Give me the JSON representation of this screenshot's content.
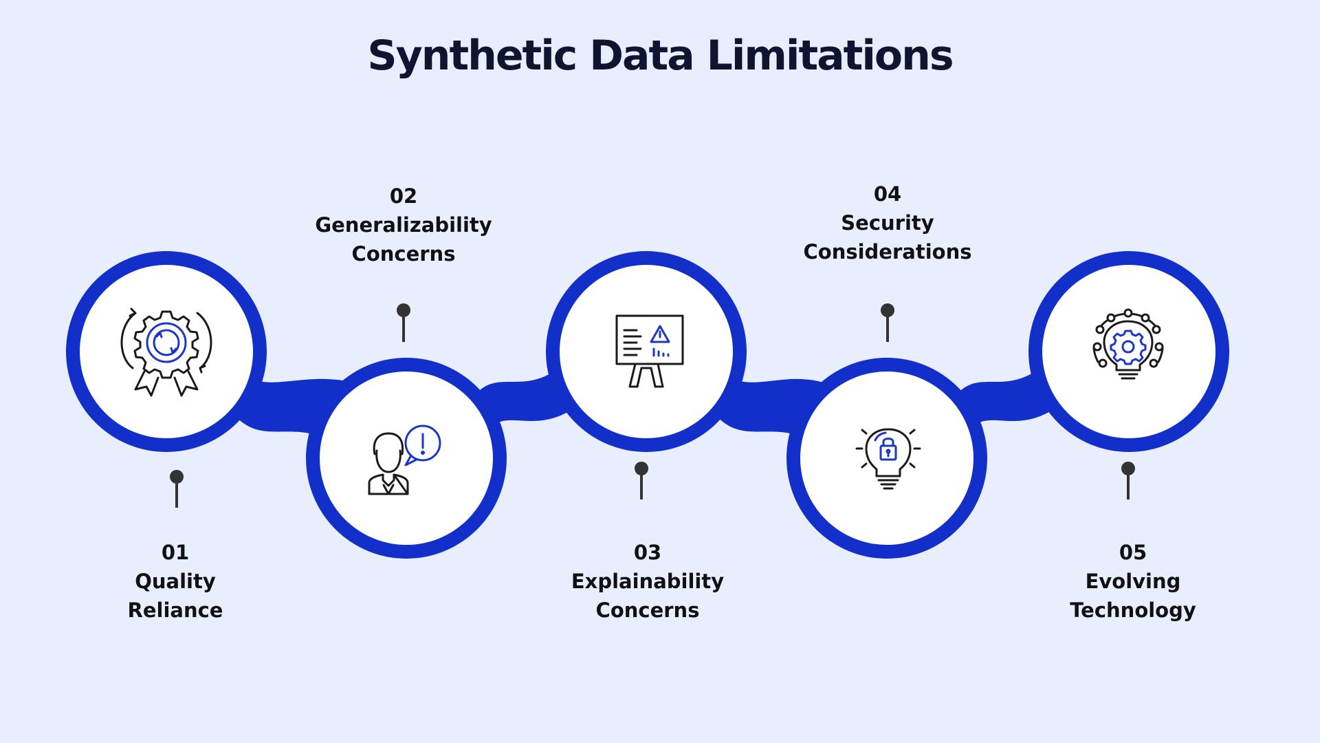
{
  "title": "Synthetic Data Limitations",
  "colors": {
    "background": "#E9EEFE",
    "ring": "#1230C9",
    "icon_stroke": "#1A1A1A",
    "icon_accent": "#1A36C4",
    "pin": "#333333"
  },
  "steps": [
    {
      "number": "01",
      "line1": "Quality",
      "line2": "Reliance",
      "icon": "gear-award-icon"
    },
    {
      "number": "02",
      "line1": "Generalizability",
      "line2": "Concerns",
      "icon": "person-alert-icon"
    },
    {
      "number": "03",
      "line1": "Explainability",
      "line2": "Concerns",
      "icon": "presentation-warning-icon"
    },
    {
      "number": "04",
      "line1": "Security",
      "line2": "Considerations",
      "icon": "lightbulb-lock-icon"
    },
    {
      "number": "05",
      "line1": "Evolving",
      "line2": "Technology",
      "icon": "lightbulb-gear-icon"
    }
  ]
}
